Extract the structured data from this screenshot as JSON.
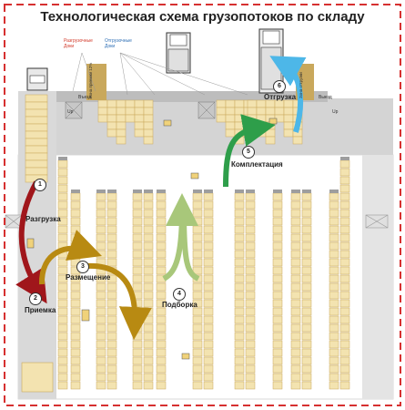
{
  "title": "Технологическая схема грузопотоков по складу",
  "legend": {
    "inbound_docks": "Разгрузочные Доки",
    "outbound_docks": "Отгрузочные Доки"
  },
  "zones": {
    "inbound_zone": "Зона приемки 12%",
    "outbound_zone": "Зона отгрузки"
  },
  "doors": {
    "entry": "Въезд",
    "exit": "Выезд",
    "up": "Up"
  },
  "steps": [
    {
      "n": "1",
      "label": "Разгрузка"
    },
    {
      "n": "2",
      "label": "Приемка"
    },
    {
      "n": "3",
      "label": "Размещение"
    },
    {
      "n": "4",
      "label": "Подборка"
    },
    {
      "n": "5",
      "label": "Комплектация"
    },
    {
      "n": "6",
      "label": "Отгрузка"
    }
  ],
  "colors": {
    "frame": "#d63030",
    "rack": "#f3e3b0",
    "rack_edge": "#c9a85c",
    "floor": "#d9d9d9",
    "dock_band": "#bdbdbd",
    "unload_arrow": "#a0161b",
    "place_arrow": "#b88a12",
    "pick_arrow": "#a8c77a",
    "kit_arrow": "#2e9e4a",
    "ship_arrow": "#4db7e8",
    "inbound_text": "#d23a2a",
    "outbound_text": "#2e6fb5"
  }
}
